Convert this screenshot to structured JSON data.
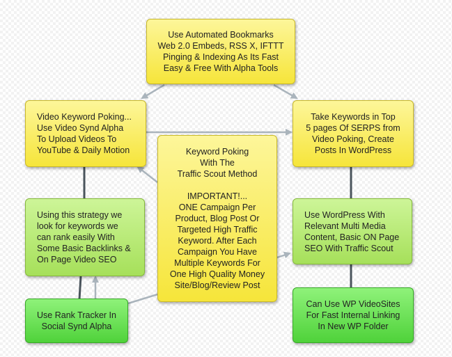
{
  "nodes": {
    "top": "Use Automated Bookmarks\nWeb 2.0 Embeds, RSS X, IFTTT\nPinging & Indexing As Its Fast\nEasy & Free With Alpha Tools",
    "video_keyword": "Video Keyword Poking...\nUse Video Synd Alpha\nTo Upload Videos To\nYouTube & Daily Motion",
    "take_keywords": "Take Keywords in Top\n5 pages Of SERPS from\nVideo Poking, Create\nPosts In WordPress",
    "center": "Keyword Poking\nWith The\nTraffic Scout Method\n\nIMPORTANT!...\nONE Campaign Per\nProduct, Blog Post Or\nTargeted High Traffic\nKeyword. After Each\nCampaign You Have\nMultiple Keywords For\nOne High Quality Money\nSite/Blog/Review Post",
    "strategy": "Using this strategy we\nlook for keywords we\ncan rank easily With\nSome Basic Backlinks &\nOn Page Video SEO",
    "wordpress": "Use WordPress With\nRelevant Multi Media\nContent, Basic ON Page\nSEO With Traffic Scout",
    "rank_tracker": "Use Rank Tracker In\nSocial Synd Alpha",
    "wp_videosites": "Can Use WP VideoSites\nFor Fast Internal Linking\nIn New WP Folder"
  },
  "colors": {
    "yellow": "#f8ea4a",
    "light_green": "#b3e86a",
    "green": "#5fdc48",
    "connector": "#aab4bc",
    "connector_dark": "#4a545c"
  }
}
